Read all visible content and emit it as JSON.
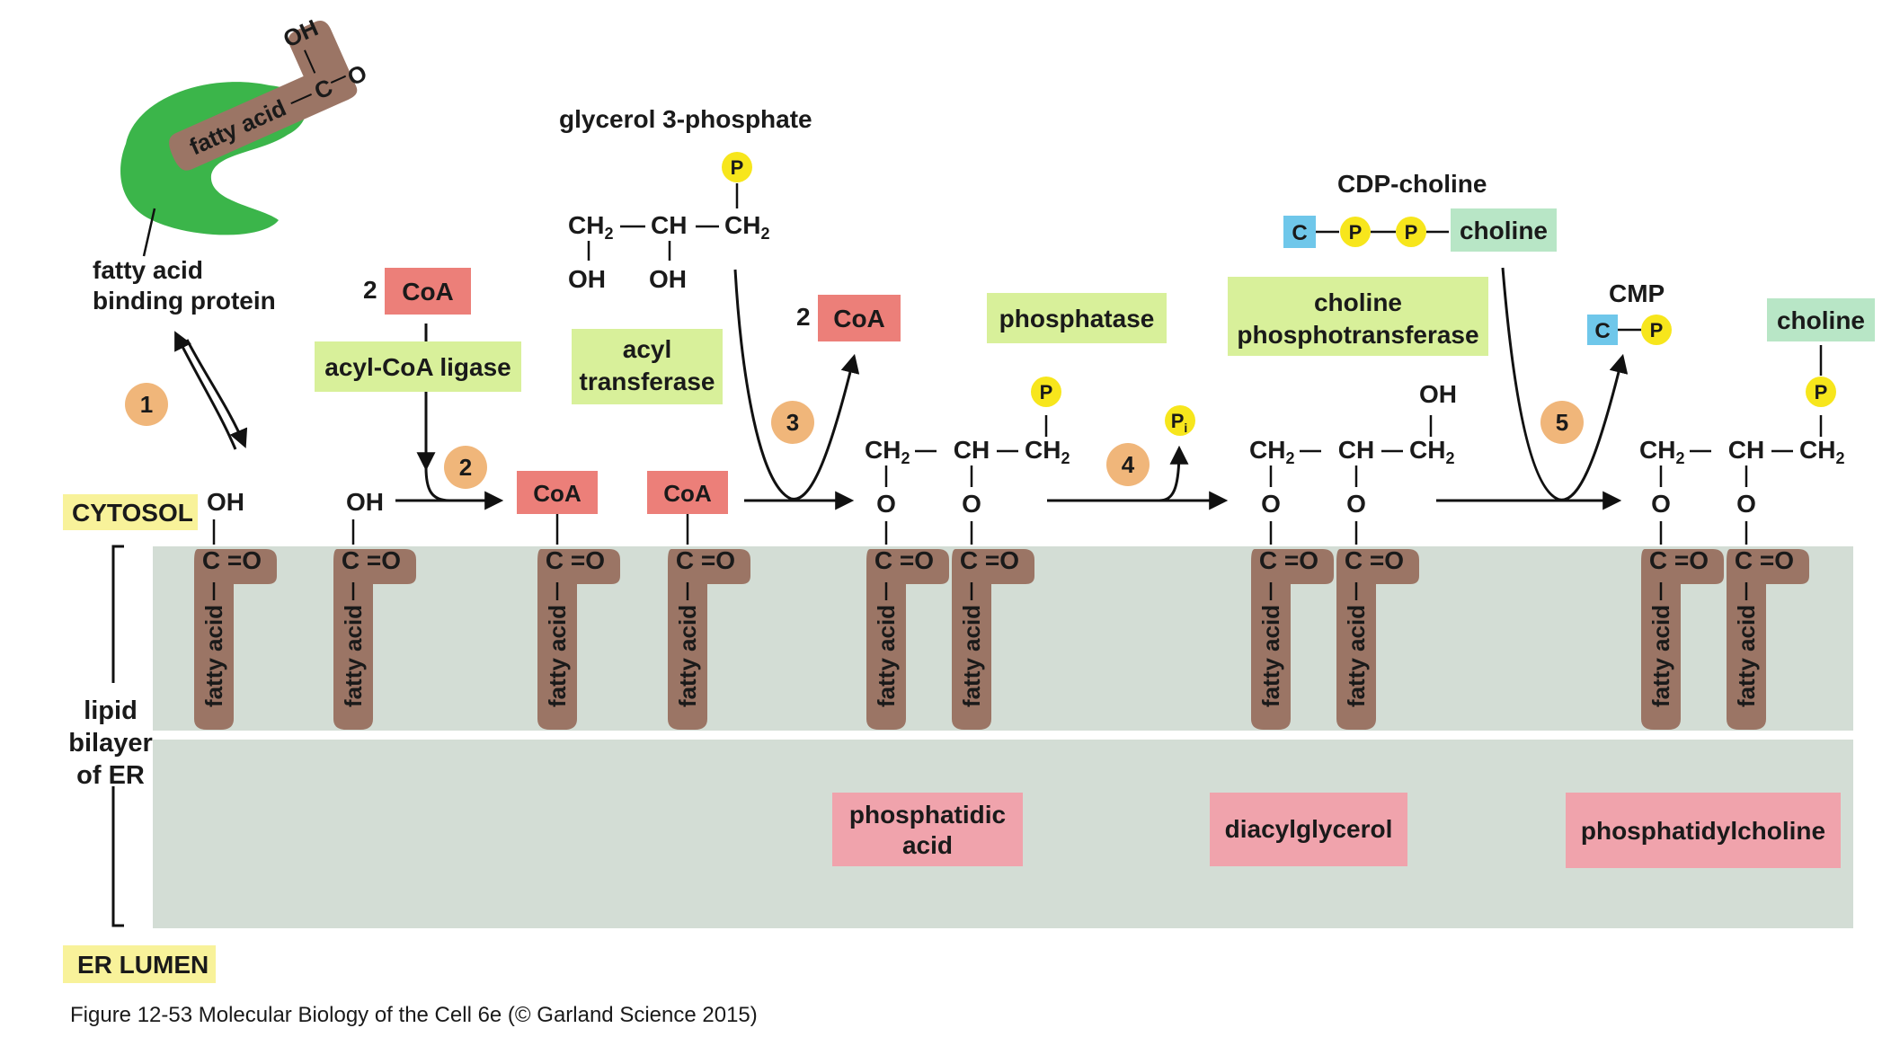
{
  "labels": {
    "cytosol": "CYTOSOL",
    "er_lumen": "ER LUMEN",
    "lipid_bilayer": [
      "lipid",
      "bilayer",
      "of ER"
    ],
    "caption": "Figure 12-53  Molecular Biology of the Cell 6e (© Garland Science 2015)"
  },
  "enzymes": {
    "fabp": [
      "fatty acid",
      "binding protein"
    ],
    "ligase": "acyl-CoA ligase",
    "acyltransferase": [
      "acyl",
      "transferase"
    ],
    "phosphatase": "phosphatase",
    "cpt": [
      "choline",
      "phosphotransferase"
    ]
  },
  "steps": [
    "1",
    "2",
    "3",
    "4",
    "5"
  ],
  "molecules": {
    "fatty_acid": "fatty acid",
    "coa": "CoA",
    "two": "2",
    "glycerol3p": "glycerol 3-phosphate",
    "cdp_choline": "CDP-choline",
    "cmp": "CMP",
    "choline": "choline",
    "c": "C",
    "p": "P",
    "pi": "P",
    "pi_sub": "i",
    "oh": "OH",
    "o": "O",
    "co": "C =O",
    "ch2": "CH",
    "ch": "CH",
    "sub2": "2",
    "fa_head": "fatty acid — C",
    "fa_o": "O",
    "fa_oh": "OH"
  },
  "products": {
    "pa": [
      "phosphatidic",
      "acid"
    ],
    "dag": "diacylglycerol",
    "pc": "phosphatidylcholine"
  },
  "colors": {
    "membrane": "#d3ddd5",
    "fatty_acid": "#9b7565",
    "enzyme_box": "#d8f09a",
    "coa_box": "#ec7f79",
    "product_box": "#f0a3ac",
    "step_circle": "#f0b67a",
    "phosphate": "#f7e61c",
    "cytidine": "#6fc7ea",
    "choline_box": "#b8e6c6",
    "compartment_label": "#f8f29a",
    "fabp": "#3bb54a"
  }
}
